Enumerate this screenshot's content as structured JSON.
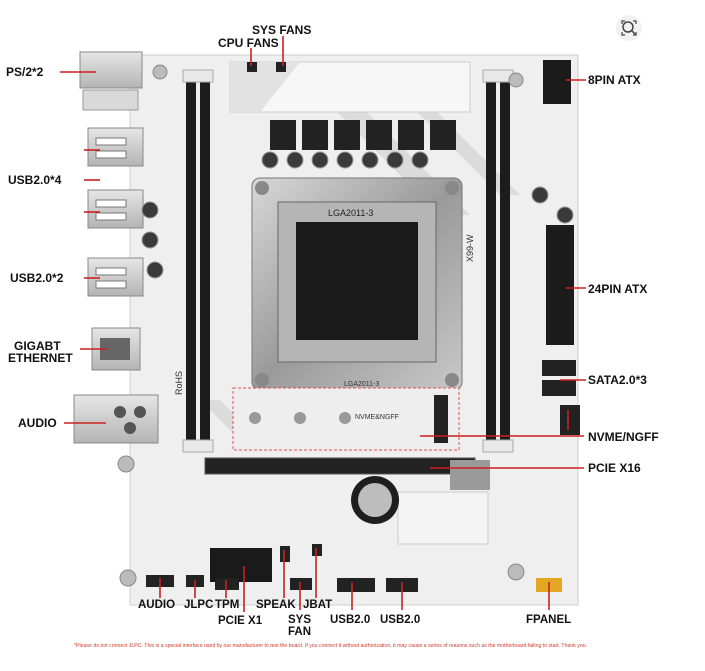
{
  "board": {
    "socket_label": "LGA2011-3",
    "model": "X99-W",
    "rohs": "RoHS",
    "slot_label": "NVME&NGFF"
  },
  "labels": {
    "ps2": "PS/2*2",
    "usb20x4": "USB2.0*4",
    "usb20x2": "USB2.0*2",
    "gigabit": "GIGABT",
    "ethernet": "ETHERNET",
    "audio_rear": "AUDIO",
    "sys_fans": "SYS FANS",
    "cpu_fans": "CPU FANS",
    "atx8": "8PIN ATX",
    "atx24": "24PIN ATX",
    "sata": "SATA2.0*3",
    "nvme": "NVME/NGFF",
    "pcie16": "PCIE  X16",
    "audio_front": "AUDIO",
    "jlpc": "JLPC",
    "tpm": "TPM",
    "pcie1": "PCIE  X1",
    "speak": "SPEAK",
    "jbat": "JBAT",
    "sys": "SYS",
    "fan": "FAN",
    "usb20_a": "USB2.0",
    "usb20_b": "USB2.0",
    "fpanel": "FPANEL"
  },
  "disclaimer": "*Please do not connect JLPC. This is a special interface used by our manufacturer to test the board. If you connect it without authorization, it may cause a series of reasons such as the motherboard failing to start. Thank you."
}
